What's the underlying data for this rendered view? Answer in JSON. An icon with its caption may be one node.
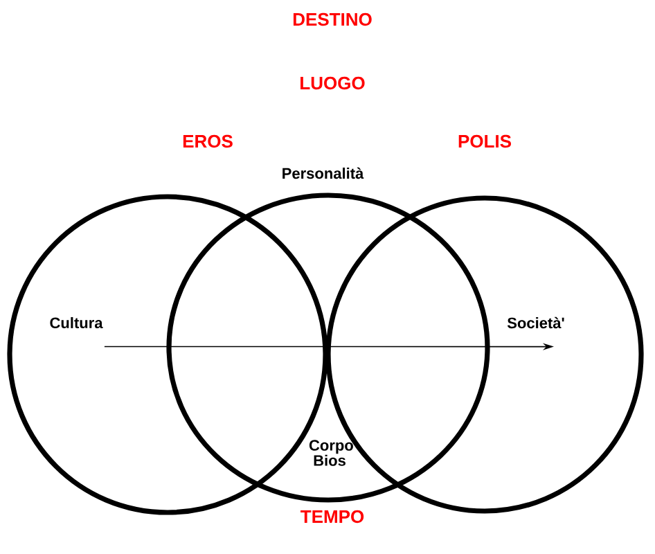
{
  "diagram": {
    "nodes": [
      {
        "text": [],
        "shape": "circle"
      },
      {
        "text": [],
        "shape": "circle"
      },
      {
        "text": [],
        "shape": "circle"
      },
      {
        "text": [
          "Cultura"
        ],
        "in": 0
      },
      {
        "text": [
          "Corpo Bios"
        ],
        "in": 1
      },
      {
        "text": [
          "Società'"
        ],
        "in": 2
      }
    ],
    "edges": [
      {
        "from": 3,
        "to": 5,
        "arrow": "to"
      }
    ],
    "labels": [
      "DESTINO",
      "LUOGO",
      "EROS",
      "POLIS",
      "Personalità",
      "TEMPO"
    ]
  }
}
